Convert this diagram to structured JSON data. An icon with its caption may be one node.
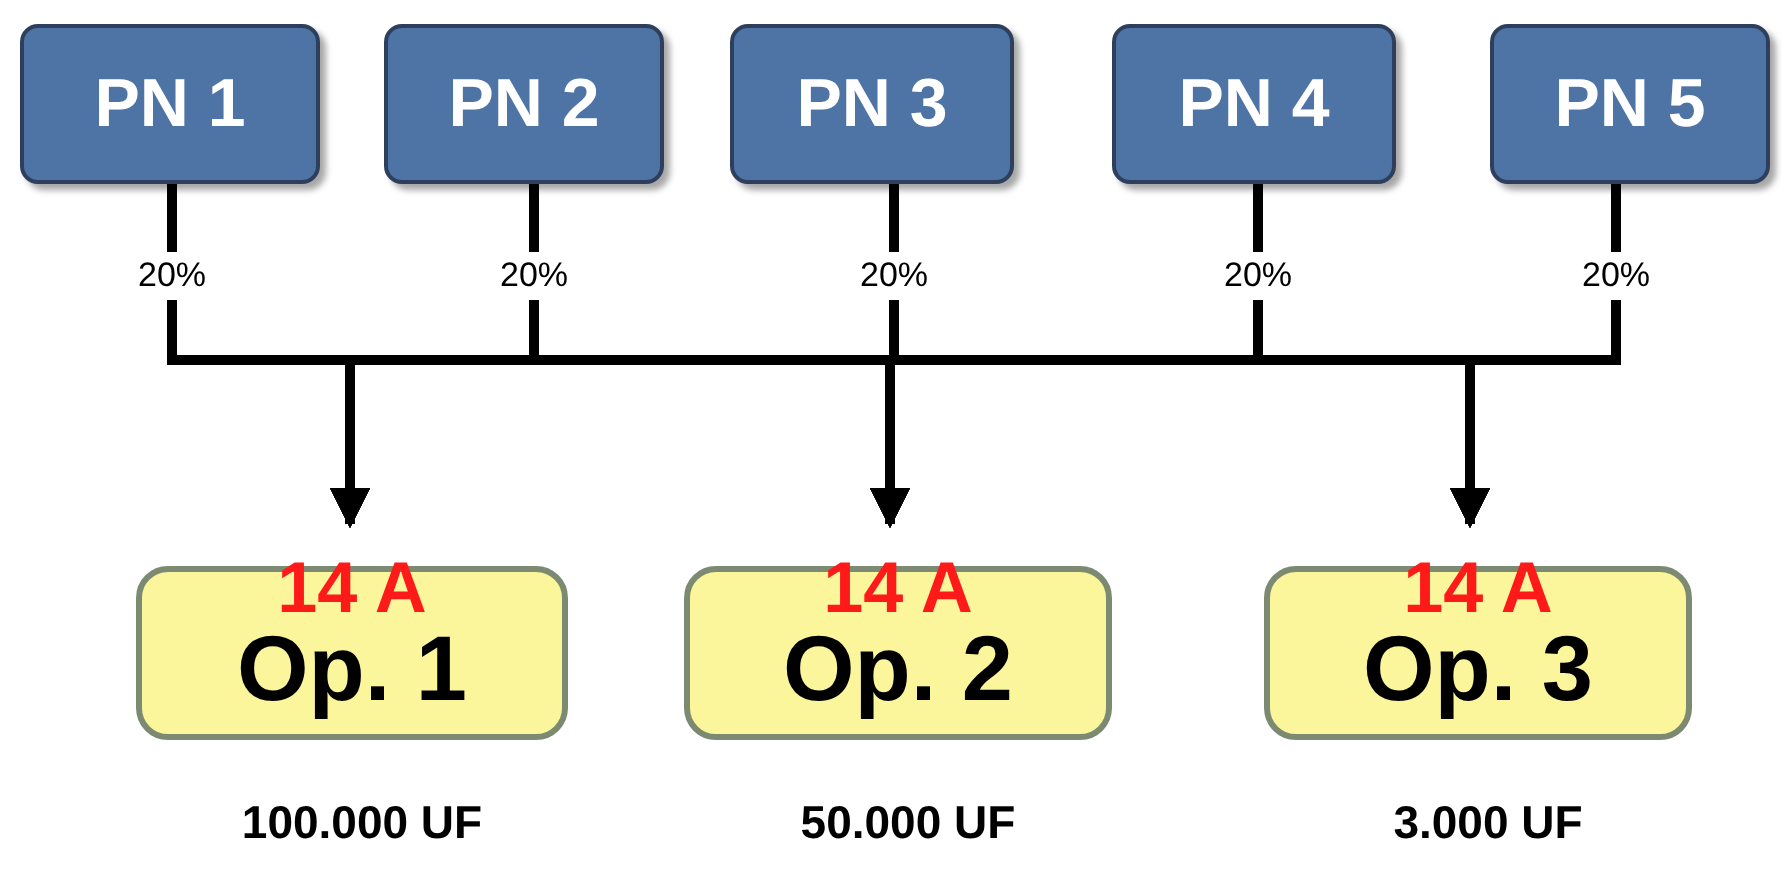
{
  "diagram": {
    "nodes": [
      {
        "text": [
          "PN 1"
        ]
      },
      {
        "text": [
          "PN 2"
        ]
      },
      {
        "text": [
          "PN 3"
        ]
      },
      {
        "text": [
          "PN 4"
        ]
      },
      {
        "text": [
          "PN 5"
        ]
      },
      {
        "text": [
          "14 A",
          "Op. 1"
        ],
        "beside": [
          "100.000 UF"
        ]
      },
      {
        "text": [
          "14 A",
          "Op. 2"
        ],
        "beside": [
          "50.000 UF"
        ]
      },
      {
        "text": [
          "14 A",
          "Op. 3"
        ],
        "beside": [
          "3.000 UF"
        ]
      }
    ],
    "edges": [
      {
        "from": 0,
        "to": 5,
        "arrow": "to",
        "label": "20%"
      },
      {
        "from": 0,
        "to": 6,
        "arrow": "to"
      },
      {
        "from": 0,
        "to": 7,
        "arrow": "to"
      },
      {
        "from": 1,
        "to": 5,
        "arrow": "to",
        "label": "20%"
      },
      {
        "from": 1,
        "to": 6,
        "arrow": "to"
      },
      {
        "from": 1,
        "to": 7,
        "arrow": "to"
      },
      {
        "from": 2,
        "to": 5,
        "arrow": "to",
        "label": "20%"
      },
      {
        "from": 2,
        "to": 6,
        "arrow": "to"
      },
      {
        "from": 2,
        "to": 7,
        "arrow": "to"
      },
      {
        "from": 3,
        "to": 5,
        "arrow": "to",
        "label": "20%"
      },
      {
        "from": 3,
        "to": 6,
        "arrow": "to"
      },
      {
        "from": 3,
        "to": 7,
        "arrow": "to"
      },
      {
        "from": 4,
        "to": 5,
        "arrow": "to",
        "label": "20%"
      },
      {
        "from": 4,
        "to": 6,
        "arrow": "to"
      },
      {
        "from": 4,
        "to": 7,
        "arrow": "to"
      }
    ]
  }
}
